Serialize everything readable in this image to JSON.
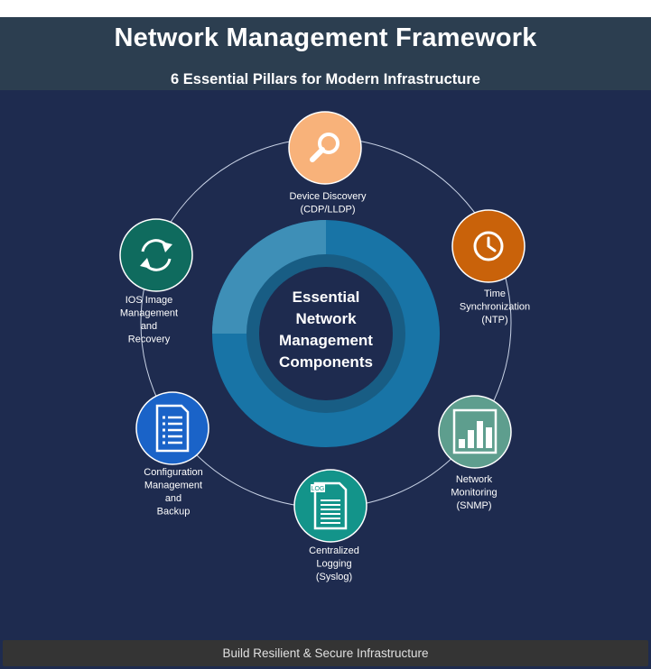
{
  "header": {
    "title": "Network Management Framework",
    "subtitle": "6 Essential Pillars for Modern Infrastructure"
  },
  "center": {
    "lines": [
      "Essential",
      "Network",
      "Management",
      "Components"
    ]
  },
  "pillars": [
    {
      "lines": [
        "Device Discovery",
        "(CDP/LLDP)"
      ],
      "icon": "magnifier-icon",
      "color": "#f8b27a"
    },
    {
      "lines": [
        "Time",
        "Synchronization",
        "(NTP)"
      ],
      "icon": "clock-icon",
      "color": "#c9620a"
    },
    {
      "lines": [
        "Network",
        "Monitoring",
        "(SNMP)"
      ],
      "icon": "bar-chart-icon",
      "color": "#5e9e8e"
    },
    {
      "lines": [
        "Centralized",
        "Logging",
        "(Syslog)"
      ],
      "icon": "log-file-icon",
      "color": "#13948a"
    },
    {
      "lines": [
        "Configuration",
        "Management",
        "and",
        "Backup"
      ],
      "icon": "document-list-icon",
      "color": "#1a63c8"
    },
    {
      "lines": [
        "IOS Image",
        "Management",
        "and",
        "Recovery"
      ],
      "icon": "refresh-icon",
      "color": "#0f6b5e"
    }
  ],
  "icon_text": {
    "log_tag": "LOG"
  },
  "footer": {
    "text": "Build Resilient & Secure Infrastructure"
  },
  "colors": {
    "background": "#1e2b4f",
    "header": "#2c3e50",
    "ring_main": "#1874a6",
    "ring_highlight": "#3e8fb7",
    "inner_ring": "#185d84",
    "footer": "#343434"
  }
}
